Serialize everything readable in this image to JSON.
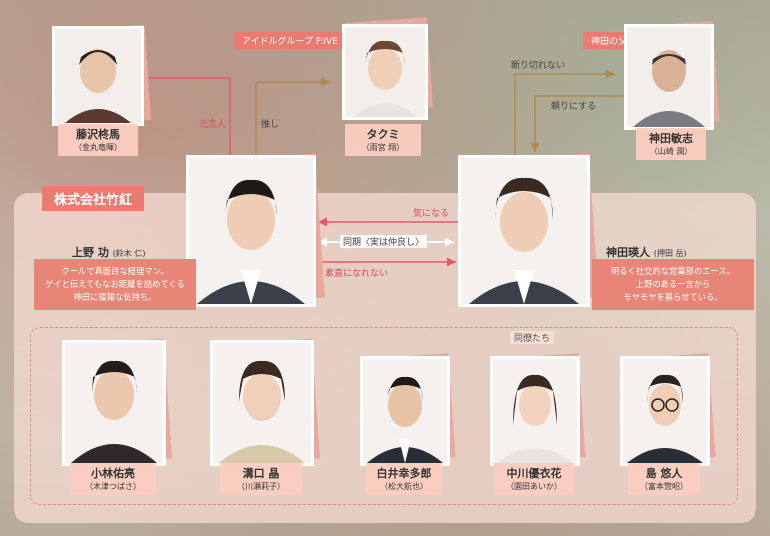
{
  "company": {
    "label": "株式会社竹紅"
  },
  "tags": {
    "idol_group": "アイドルグループ F:IVE",
    "kanda_father": "神田の父"
  },
  "characters": {
    "fujisawa": {
      "name": "藤沢柊馬",
      "actor": "（金丸竜暉）"
    },
    "takumi": {
      "name": "タクミ",
      "actor": "（雨宮 翔）"
    },
    "kanda_toshi": {
      "name": "神田敏志",
      "actor": "（山崎 潤）"
    },
    "ueno": {
      "name": "上野 功",
      "actor": "(鈴木 仁)",
      "desc": [
        "クールで真面目な経理マン。",
        "ゲイと伝えてもなお距離を詰めてくる",
        "神田に複雑な気持ち。"
      ]
    },
    "kanda_eito": {
      "name": "神田瑛人",
      "actor": "(押田 岳)",
      "desc": [
        "明るく社交的な営業部のエース。",
        "上野のある一言から",
        "モヤモヤを募らせている。"
      ]
    },
    "kobayashi": {
      "name": "小林佑亮",
      "actor": "（木津つばさ）"
    },
    "mizoguchi": {
      "name": "溝口 晶",
      "actor": "（川瀬莉子）"
    },
    "shirai": {
      "name": "白井幸多郎",
      "actor": "（松大航也）"
    },
    "nakagawa": {
      "name": "中川優衣花",
      "actor": "（園田あいか）"
    },
    "shima": {
      "name": "島 悠人",
      "actor": "（富本惣昭）"
    }
  },
  "relations": {
    "ex_lover": "元恋人",
    "oshi": "推し",
    "cant_refuse": "断り切れない",
    "rely_on": "頼りにする",
    "curious": "気になる",
    "same_year": "同期〈実は仲良し〉",
    "not_honest": "素直になれない",
    "coworkers": "同僚たち"
  },
  "colors": {
    "accent": "#e97b70",
    "relation_line": "#e05a6a",
    "brown_line": "#b08850"
  }
}
